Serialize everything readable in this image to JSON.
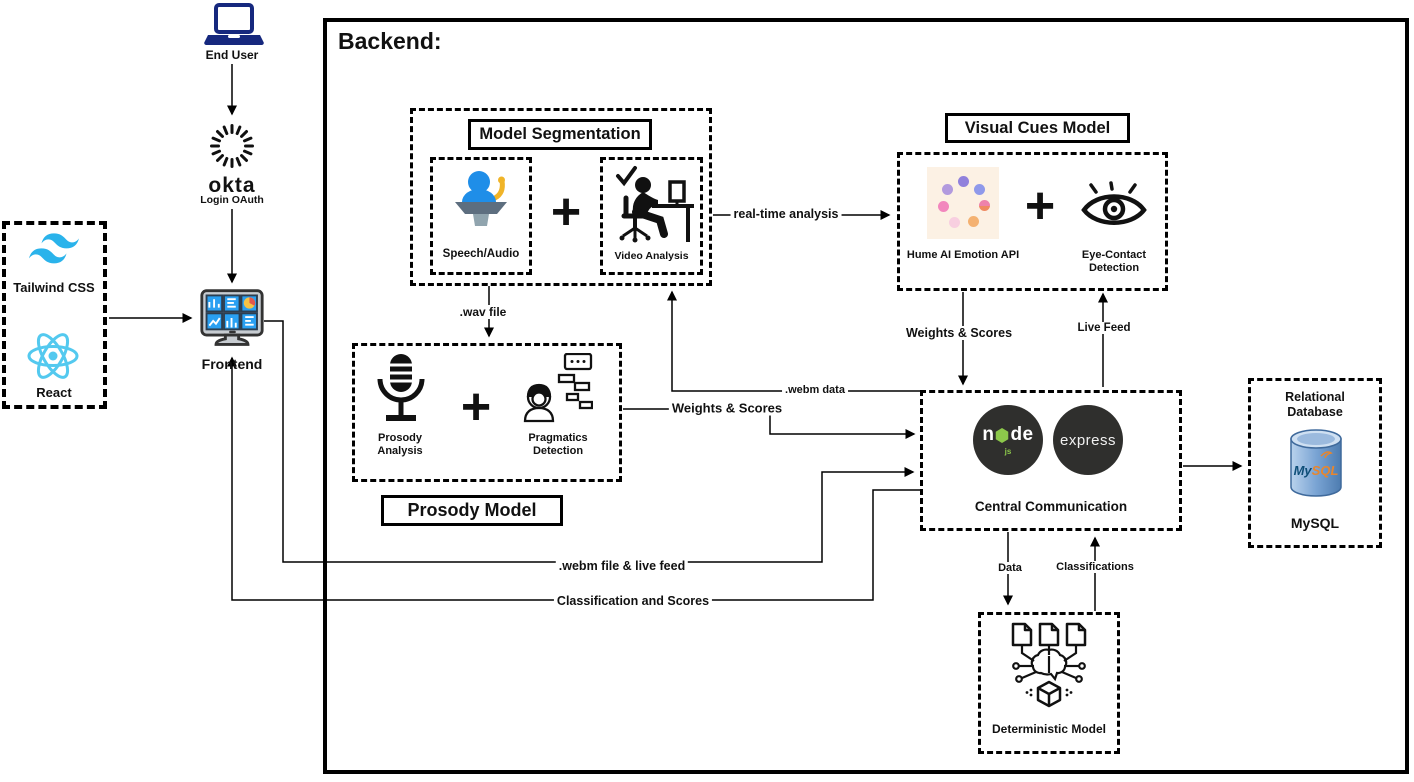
{
  "diagram": {
    "backend_title": "Backend:",
    "plus": "+",
    "frontend_flow": {
      "end_user": "End User",
      "okta_wordmark": "okta",
      "okta_label": "Login OAuth",
      "frontend": "Frontend",
      "tailwind": "Tailwind CSS",
      "react": "React"
    },
    "model_segmentation": {
      "title": "Model Segmentation",
      "speech_audio": "Speech/Audio",
      "video_analysis": "Video Analysis"
    },
    "visual_cues": {
      "title": "Visual Cues Model",
      "hume": "Hume AI Emotion API",
      "eye_contact": "Eye-Contact Detection"
    },
    "prosody": {
      "title": "Prosody Model",
      "prosody_analysis": "Prosody Analysis",
      "pragmatics": "Pragmatics Detection"
    },
    "central": {
      "label": "Central Communication",
      "node_n": "n",
      "node_de": "de",
      "node_js": "js",
      "express": "express"
    },
    "database": {
      "title": "Relational Database",
      "logo_my": "My",
      "logo_sql": "SQL",
      "label": "MySQL"
    },
    "deterministic": {
      "label": "Deterministic Model"
    },
    "edges": {
      "wav_file": ".wav file",
      "realtime": "real-time analysis",
      "weights_scores_prosody": "Weights & Scores",
      "webm_data": ".webm data",
      "weights_scores_visual": "Weights & Scores",
      "live_feed": "Live Feed",
      "webm_live": ".webm file & live feed",
      "classification": "Classification and Scores",
      "data": "Data",
      "classifications": "Classifications"
    },
    "colors": {
      "accent_blue": "#2aa0f2",
      "tailwind_blue": "#2ab3eb",
      "react_cyan": "#53c9ef",
      "okta_navy": "#16287e",
      "node_green": "#8cc84b",
      "dark_circle": "#2f2f2d",
      "mysql_orange": "#e8862d",
      "hume_bg": "#fcf1e4"
    }
  }
}
